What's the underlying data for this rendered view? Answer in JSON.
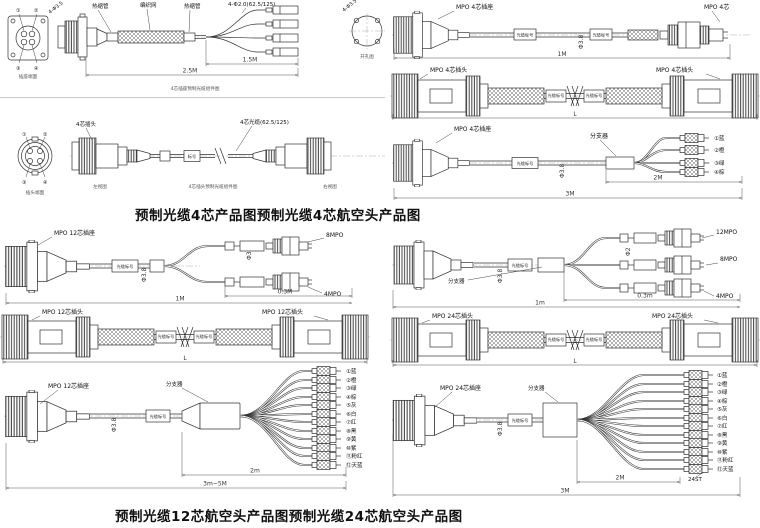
{
  "colors": {
    "ink": "#333333",
    "dim_lines": "#555555",
    "background": "#ffffff",
    "text": "#111111"
  },
  "captions": {
    "top": "预制光缆4芯产品图预制光缆4芯航空头产品图",
    "bottom": "预制光缆12芯航空头产品图预制光缆24芯航空头产品图"
  },
  "pigtail4": {
    "pins": [
      "①",
      "②",
      "③",
      "④"
    ],
    "face_caption": "插座端面",
    "hole_dim": "4-Φ3.5",
    "shrink_left": "热缩管",
    "braid": "编织网",
    "shrink_right": "热缩管",
    "branch_label": "4-Φ2.0(62.5/125)",
    "dim_branch": "1.5M",
    "dim_total": "2.5M",
    "note": "4芯插座预制光缆组件图",
    "cutout_dim": "4-Φ3.5",
    "cutout_caption": "开孔图"
  },
  "patch4s": {
    "left": "MPO 4芯插座",
    "right": "MPO 4芯",
    "marker": "光缆标号",
    "dia": "Φ3.8",
    "len": "1M"
  },
  "patch4p": {
    "left": "MPO 4芯插头",
    "right": "MPO 4芯插头",
    "marker": "光缆标号",
    "len": "L"
  },
  "fanout4": {
    "left": "MPO 4芯插座",
    "splitter": "分支器",
    "marker": "光缆标号",
    "dia": "Φ3.8",
    "dim_branch": "2M",
    "dim_total": "3M",
    "branches": [
      "①蓝",
      "②橙",
      "③绿",
      "④棕"
    ]
  },
  "jumper4": {
    "pins": [
      "①",
      "②",
      "③",
      "④"
    ],
    "face_caption": "插头端面",
    "plug_label": "4芯插头",
    "cable_label": "4芯光缆(62.5/125)",
    "marker": "标号",
    "cap_left": "左视图",
    "cap_right": "右视图",
    "note": "4芯插头预制光缆组件图"
  },
  "breakout12": {
    "left": "MPO 12芯插座",
    "marker": "光缆标号",
    "dia": "Φ3.8",
    "branch_dia": "Φ3",
    "top": "8MPO",
    "bottom": "4MPO",
    "dim_branch": "0.3M",
    "dim_total": "1M"
  },
  "patch12": {
    "left": "MPO 12芯插头",
    "right": "MPO 12芯插头",
    "marker": "光缆标号",
    "len": "L"
  },
  "fanout12": {
    "left": "MPO 12芯插座",
    "splitter": "分支器",
    "marker": "光缆标号",
    "dia": "Φ3.8",
    "dim_branch": "2m",
    "dim_total": "3m~5M",
    "branches": [
      "①蓝",
      "②橙",
      "③绿",
      "④棕",
      "⑤灰",
      "⑥白",
      "⑦红",
      "⑧黑",
      "⑨黄",
      "⑩紫",
      "⑪粉红",
      "⑫天蓝"
    ]
  },
  "breakout24": {
    "splitter": "分支器",
    "marker": "光缆标号",
    "dia": "Φ3.8",
    "branch_dia": "Φ2",
    "b12": "12MPO",
    "b8": "8MPO",
    "b4": "4MPO",
    "dim_branch": "0.3m",
    "dim_total": "1m"
  },
  "patch24": {
    "left": "MPO 24芯插头",
    "right": "MPO 24芯插头",
    "marker": "光缆标号",
    "len": "L"
  },
  "fanout24": {
    "left": "MPO 24芯插座",
    "splitter": "分支器",
    "marker": "光缆标号",
    "dia": "Φ3.8",
    "st": "24ST",
    "dim_branch": "2M",
    "dim_total": "3M",
    "branches": [
      "①蓝",
      "②橙",
      "③绿",
      "④棕",
      "⑤灰",
      "⑥白",
      "⑦红",
      "⑧黑",
      "⑨黄",
      "⑩紫",
      "⑪粉红",
      "⑫天蓝"
    ]
  }
}
